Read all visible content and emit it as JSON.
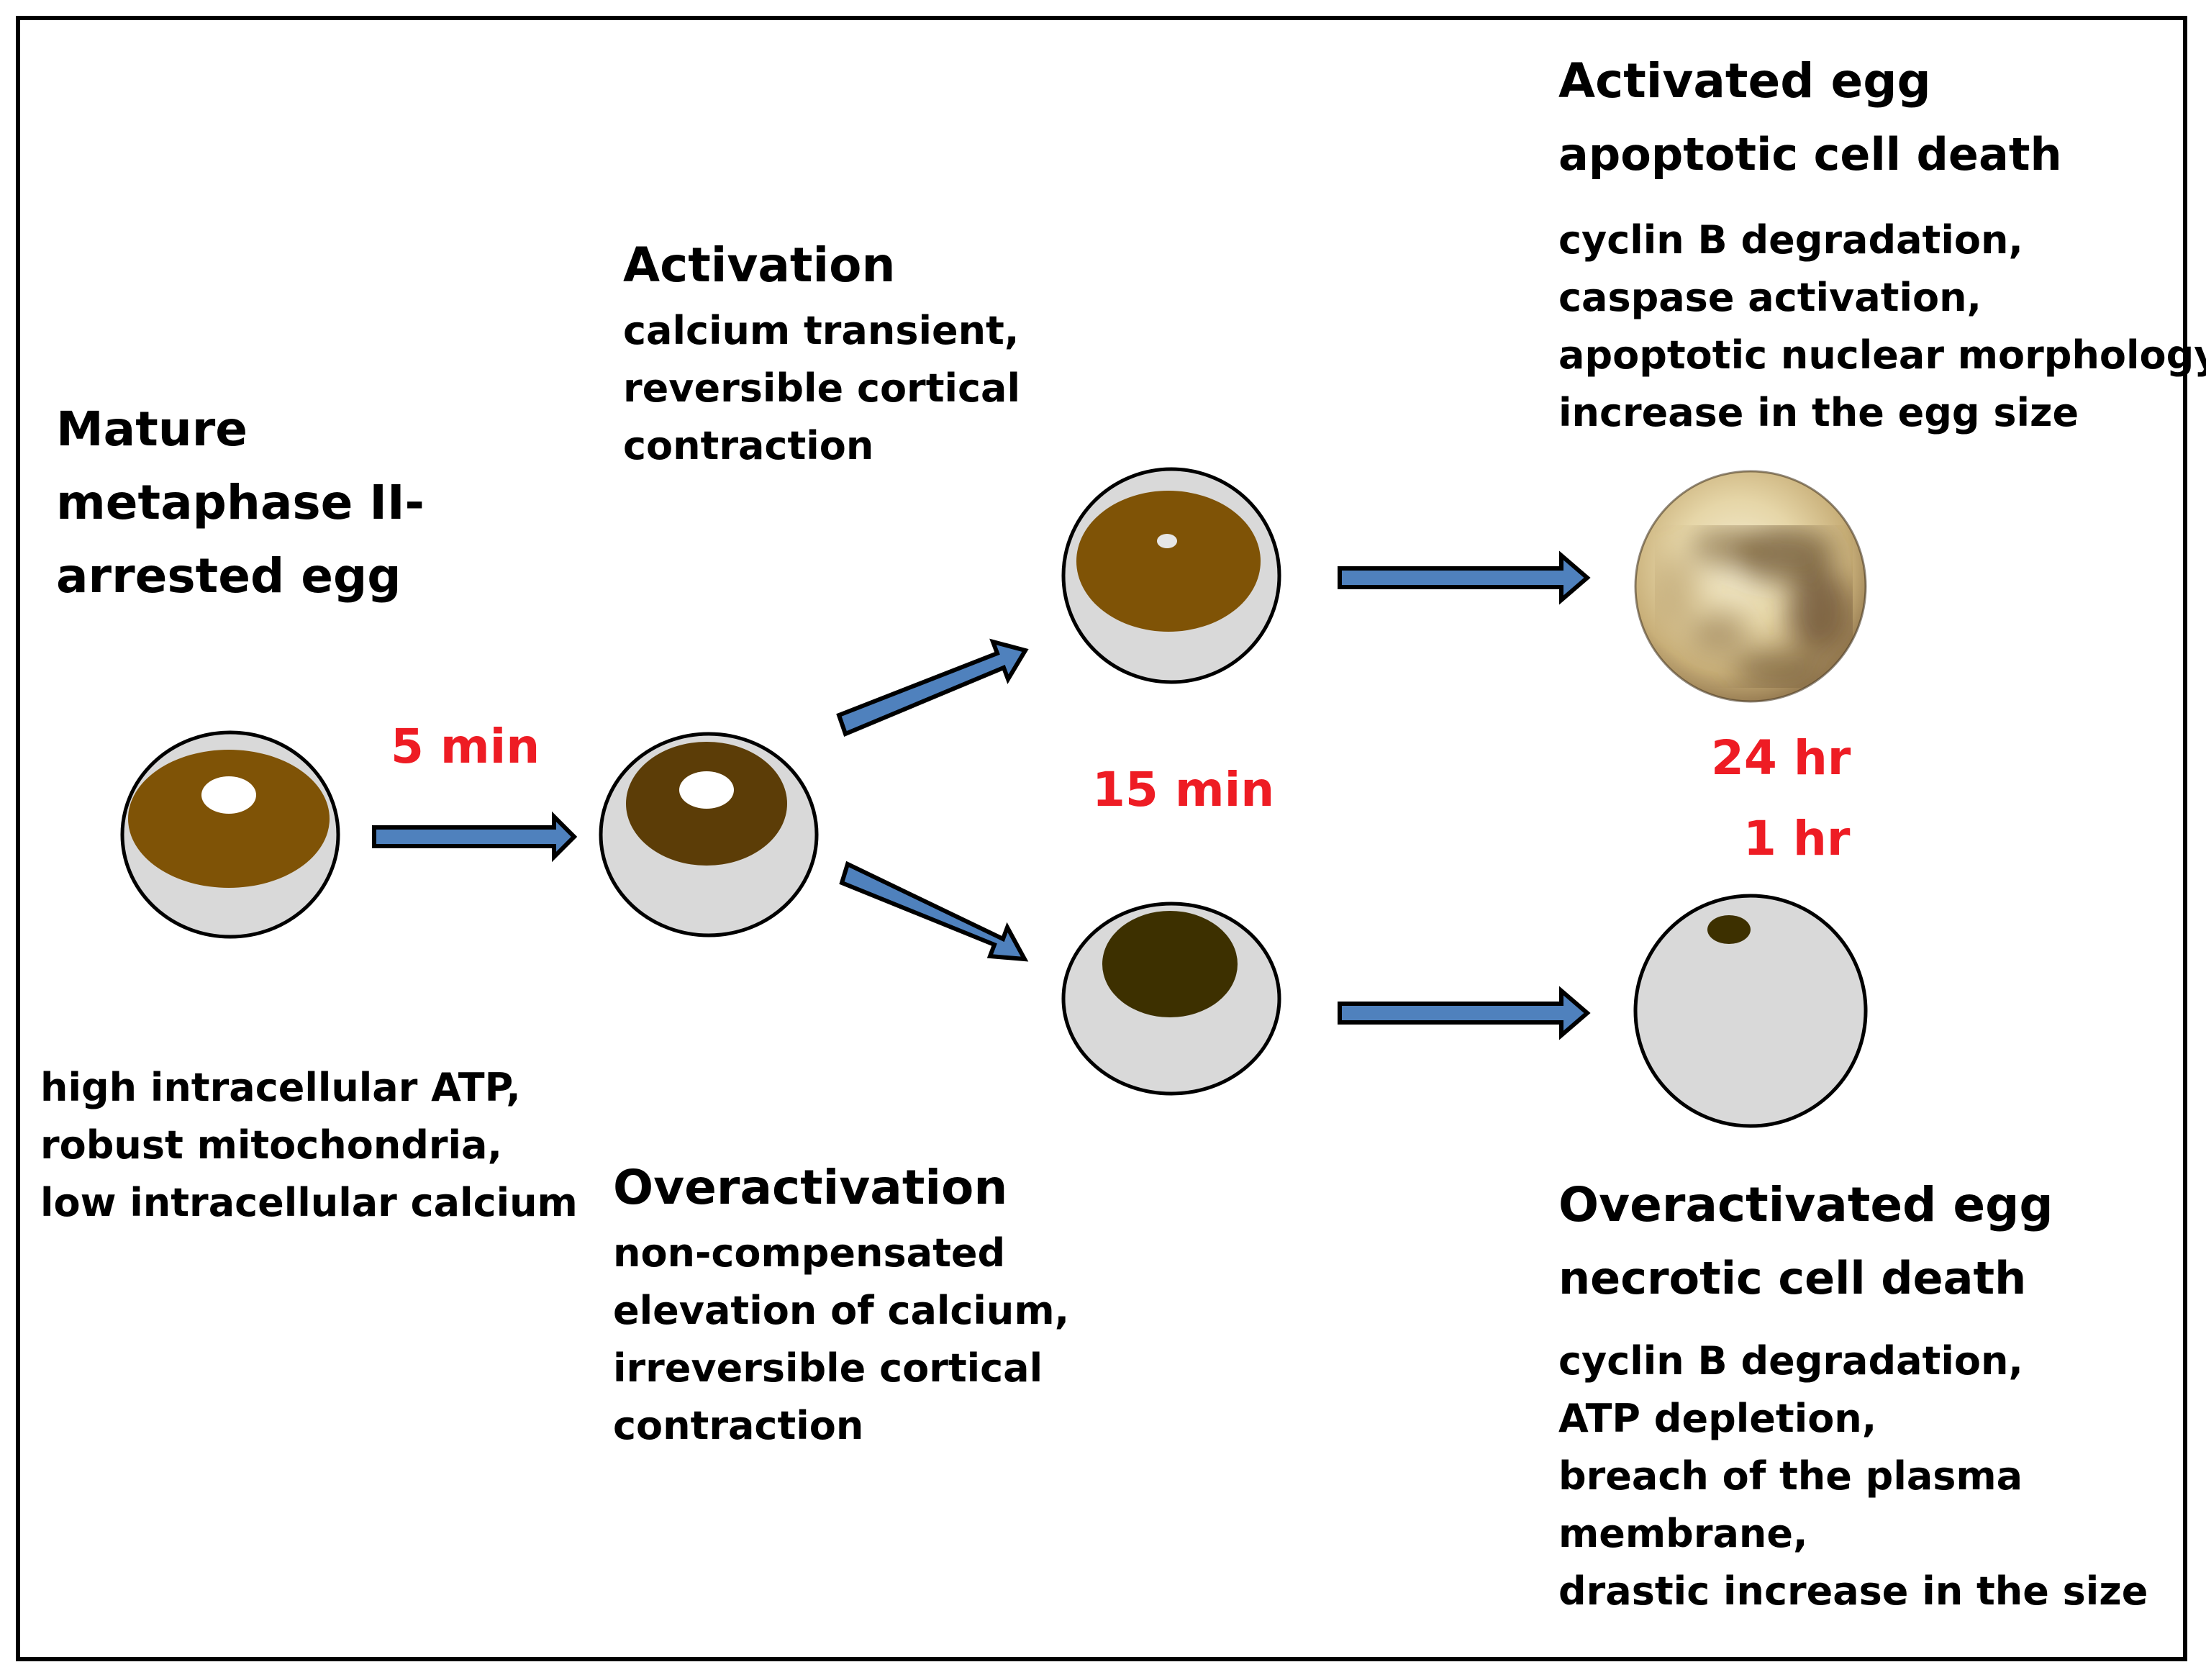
{
  "stages": {
    "mature": {
      "title_lines": [
        "Mature",
        "metaphase II-",
        "arrested egg"
      ],
      "detail_lines": [
        "high intracellular ATP,",
        "robust mitochondria,",
        "low intracellular calcium"
      ]
    },
    "activation": {
      "title": "Activation",
      "detail_lines": [
        "calcium transient,",
        "reversible cortical",
        "contraction"
      ]
    },
    "overactivation": {
      "title": "Overactivation",
      "detail_lines": [
        "non-compensated",
        "elevation of calcium,",
        "irreversible cortical",
        "contraction"
      ]
    },
    "activated_egg": {
      "title": "Activated egg",
      "subtitle": "apoptotic cell death",
      "detail_lines": [
        "cyclin B degradation,",
        "caspase activation,",
        "apoptotic nuclear morphology,",
        "increase in the egg size"
      ]
    },
    "overactivated_egg": {
      "title": "Overactivated egg",
      "subtitle": "necrotic cell death",
      "detail_lines": [
        "cyclin B degradation,",
        "ATP depletion,",
        "breach of the plasma",
        "membrane,",
        "drastic increase in the size"
      ]
    }
  },
  "time_labels": {
    "first": "5 min",
    "second": "15 min",
    "apoptotic": "24 hr",
    "necrotic": "1 hr"
  },
  "colors": {
    "arrow_fill": "#4f81bd",
    "time_label": "#ee1c24",
    "egg_outer": "#d9d9d9",
    "cytoplasm_mature": "#7f5306",
    "cytoplasm_activation": "#5c3d07",
    "cytoplasm_activated": "#7f5306",
    "cytoplasm_overactivated": "#3d3000"
  }
}
